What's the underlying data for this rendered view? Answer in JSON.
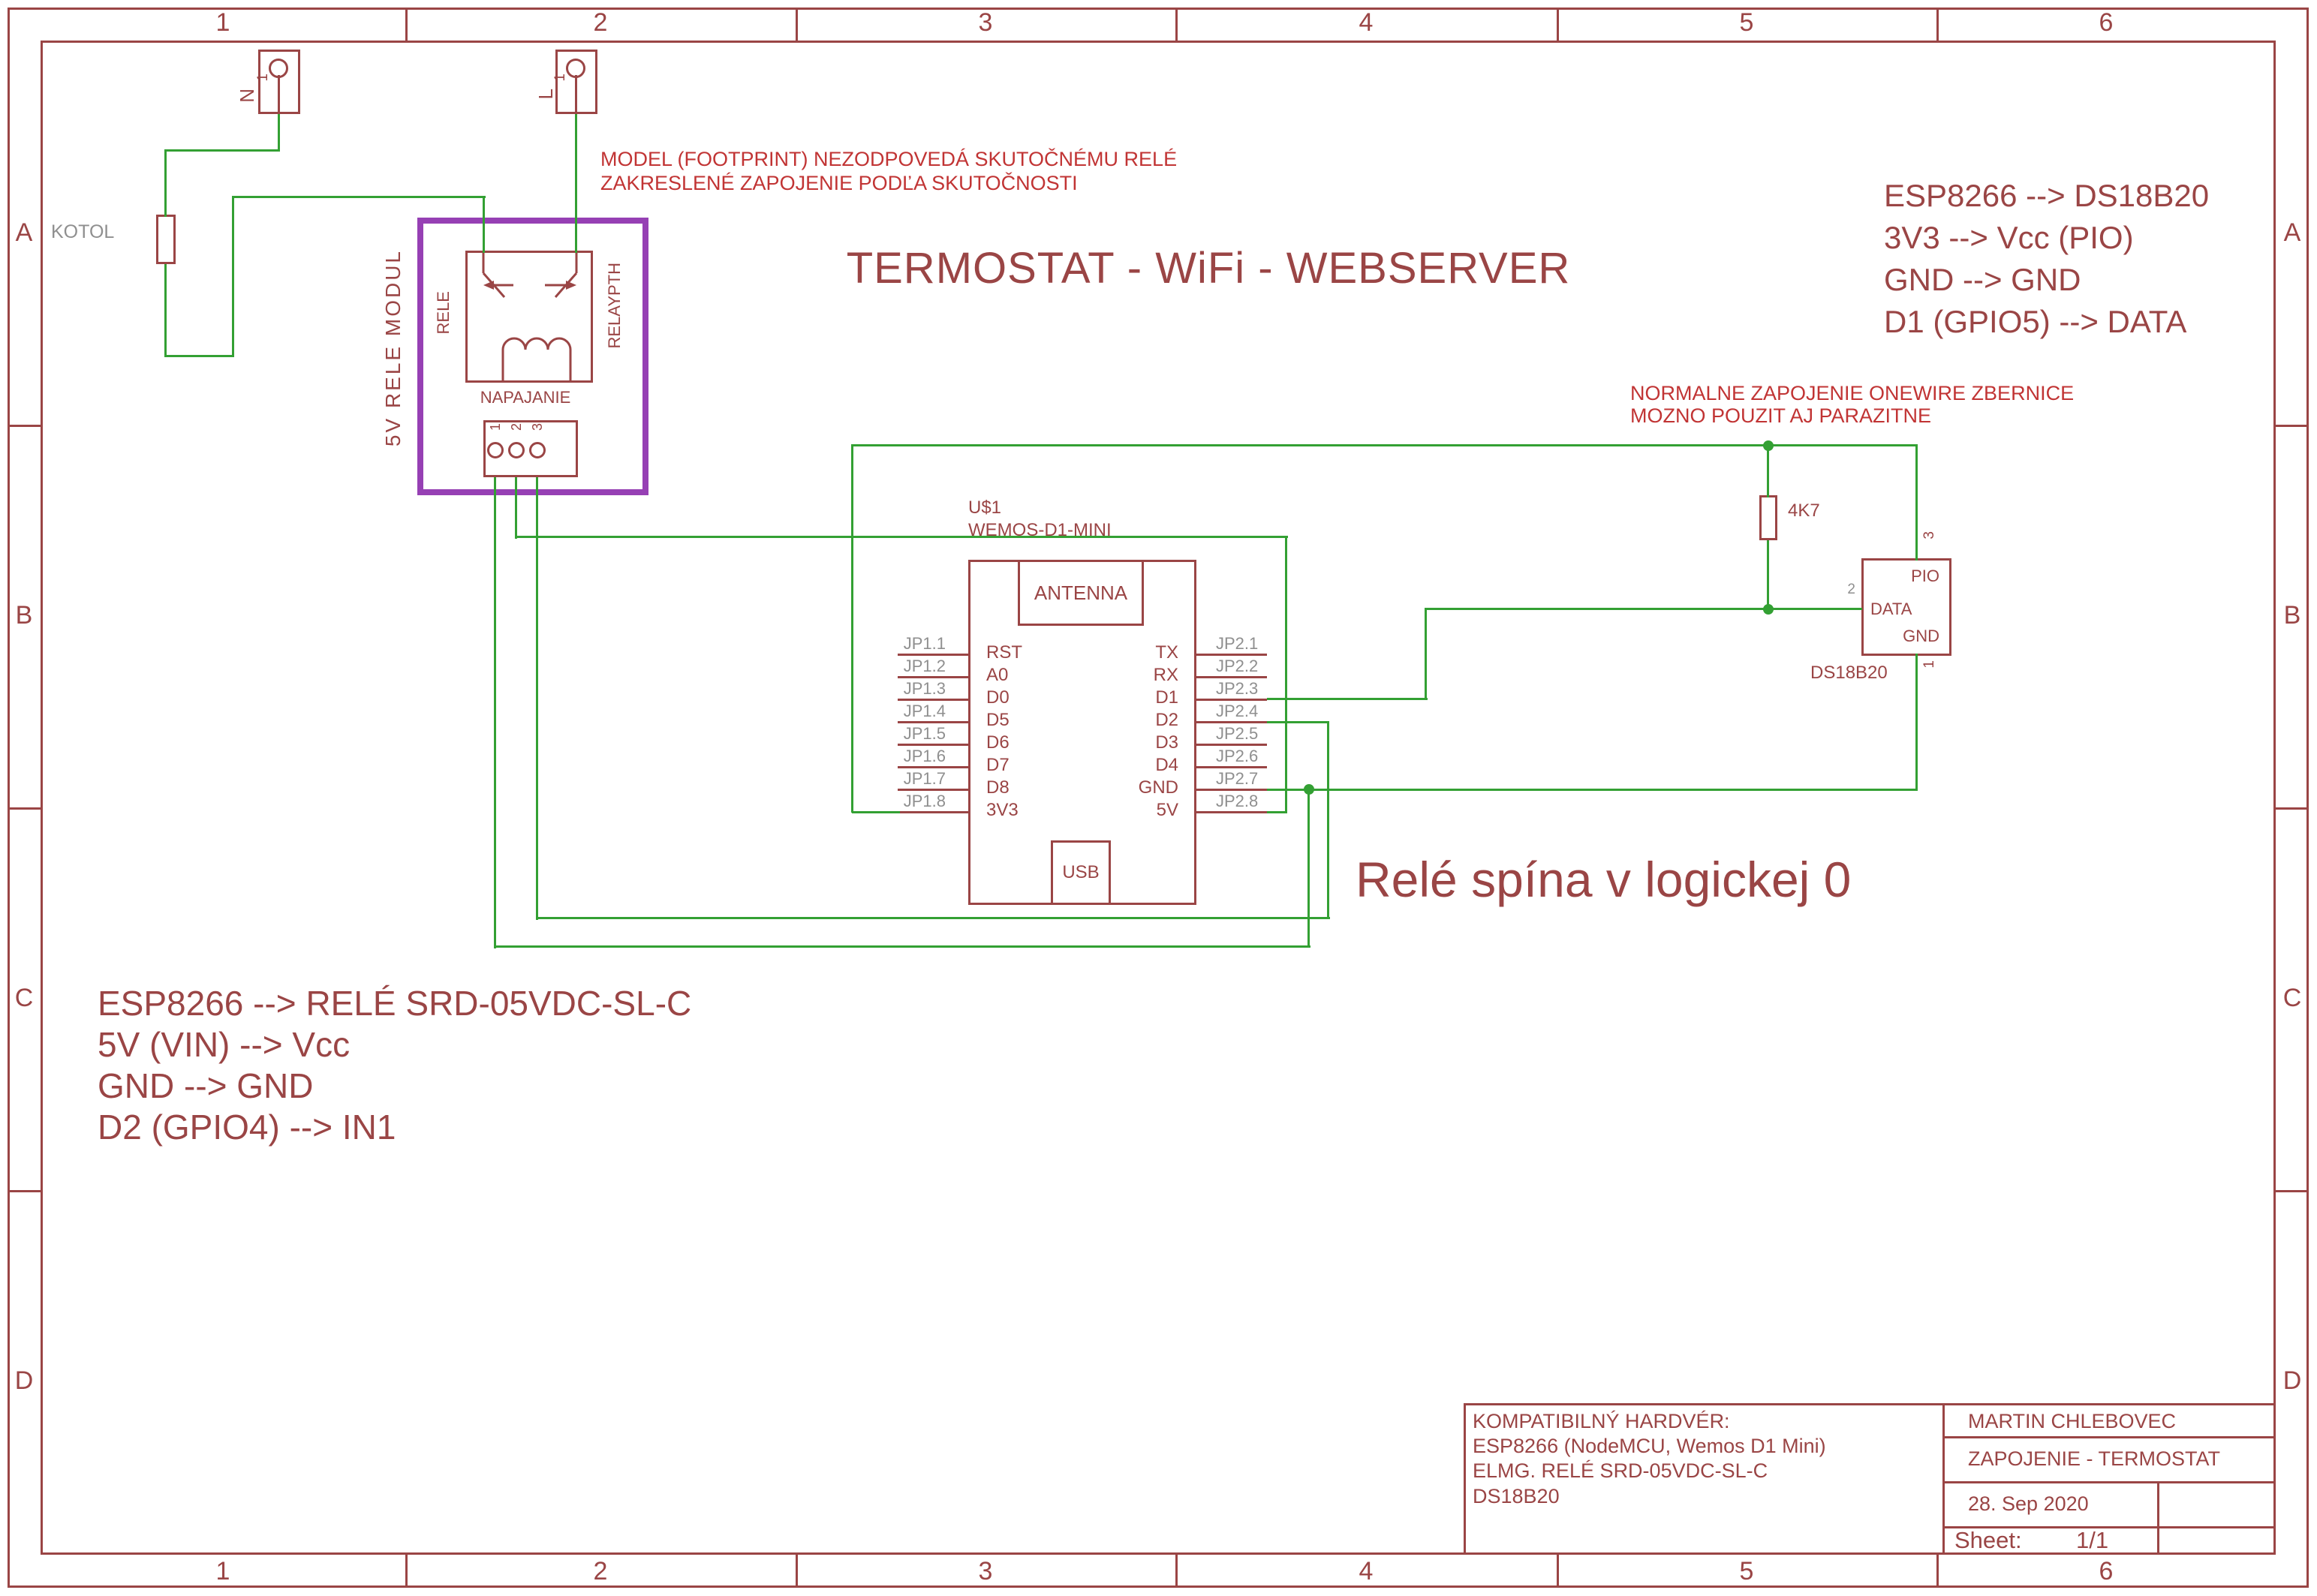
{
  "colors": {
    "wire_green": "#33a033",
    "component_maroon": "#9a4545",
    "annotation_red": "#c13434",
    "module_purple": "#9640b4",
    "label_gray": "#8f8f8f"
  },
  "frame": {
    "columns": [
      "1",
      "2",
      "3",
      "4",
      "5",
      "6"
    ],
    "rows": [
      "A",
      "B",
      "C",
      "D"
    ]
  },
  "title": "TERMOSTAT - WiFi - WEBSERVER",
  "annotations": {
    "model_note_line1": "MODEL (FOOTPRINT) NEZODPOVEDÁ SKUTOČNÉMU RELÉ",
    "model_note_line2": "ZAKRESLENÉ ZAPOJENIE PODĽA SKUTOČNOSTI",
    "onewire_note_line1": "NORMALNE ZAPOJENIE ONEWIRE ZBERNICE",
    "onewire_note_line2": "MOZNO POUZIT AJ PARAZITNE",
    "relay_logic_note": "Relé spína v logickej 0",
    "ds18b20_wiring": [
      "ESP8266 --> DS18B20",
      "3V3 --> Vcc (PIO)",
      "GND --> GND",
      "D1 (GPIO5) --> DATA"
    ],
    "relay_wiring": [
      "ESP8266 --> RELÉ SRD-05VDC-SL-C",
      "5V (VIN) --> Vcc",
      "GND --> GND",
      "D2 (GPIO4) --> IN1"
    ]
  },
  "kotol": {
    "label": "KOTOL"
  },
  "connector_n": {
    "name": "N",
    "pin": "1"
  },
  "connector_l": {
    "name": "L",
    "pin": "1"
  },
  "relay_module": {
    "box_label": "5V RELE MODUL",
    "rele": "RELE",
    "relaypth": "RELAYPTH",
    "napajanie": "NAPAJANIE",
    "pins": [
      "1",
      "2",
      "3"
    ]
  },
  "wemos": {
    "ref": "U$1",
    "value": "WEMOS-D1-MINI",
    "antenna": "ANTENNA",
    "usb": "USB",
    "left_pins": [
      {
        "jp": "JP1.1",
        "name": "RST"
      },
      {
        "jp": "JP1.2",
        "name": "A0"
      },
      {
        "jp": "JP1.3",
        "name": "D0"
      },
      {
        "jp": "JP1.4",
        "name": "D5"
      },
      {
        "jp": "JP1.5",
        "name": "D6"
      },
      {
        "jp": "JP1.6",
        "name": "D7"
      },
      {
        "jp": "JP1.7",
        "name": "D8"
      },
      {
        "jp": "JP1.8",
        "name": "3V3"
      }
    ],
    "right_pins": [
      {
        "jp": "JP2.1",
        "name": "TX"
      },
      {
        "jp": "JP2.2",
        "name": "RX"
      },
      {
        "jp": "JP2.3",
        "name": "D1"
      },
      {
        "jp": "JP2.4",
        "name": "D2"
      },
      {
        "jp": "JP2.5",
        "name": "D3"
      },
      {
        "jp": "JP2.6",
        "name": "D4"
      },
      {
        "jp": "JP2.7",
        "name": "GND"
      },
      {
        "jp": "JP2.8",
        "name": "5V"
      }
    ]
  },
  "resistor": {
    "value": "4K7"
  },
  "ds18b20": {
    "label": "DS18B20",
    "pio": "PIO",
    "data": "DATA",
    "gnd": "GND",
    "pin_top": "3",
    "pin_left": "2",
    "pin_bottom": "1"
  },
  "title_block": {
    "left_lines": [
      "KOMPATIBILNÝ HARDVÉR:",
      "ESP8266 (NodeMCU, Wemos D1 Mini)",
      "ELMG. RELÉ SRD-05VDC-SL-C",
      "DS18B20"
    ],
    "author": "MARTIN CHLEBOVEC",
    "doc_title": "ZAPOJENIE - TERMOSTAT",
    "date": "28. Sep 2020",
    "sheet_label": "Sheet:",
    "sheet_value": "1/1"
  }
}
